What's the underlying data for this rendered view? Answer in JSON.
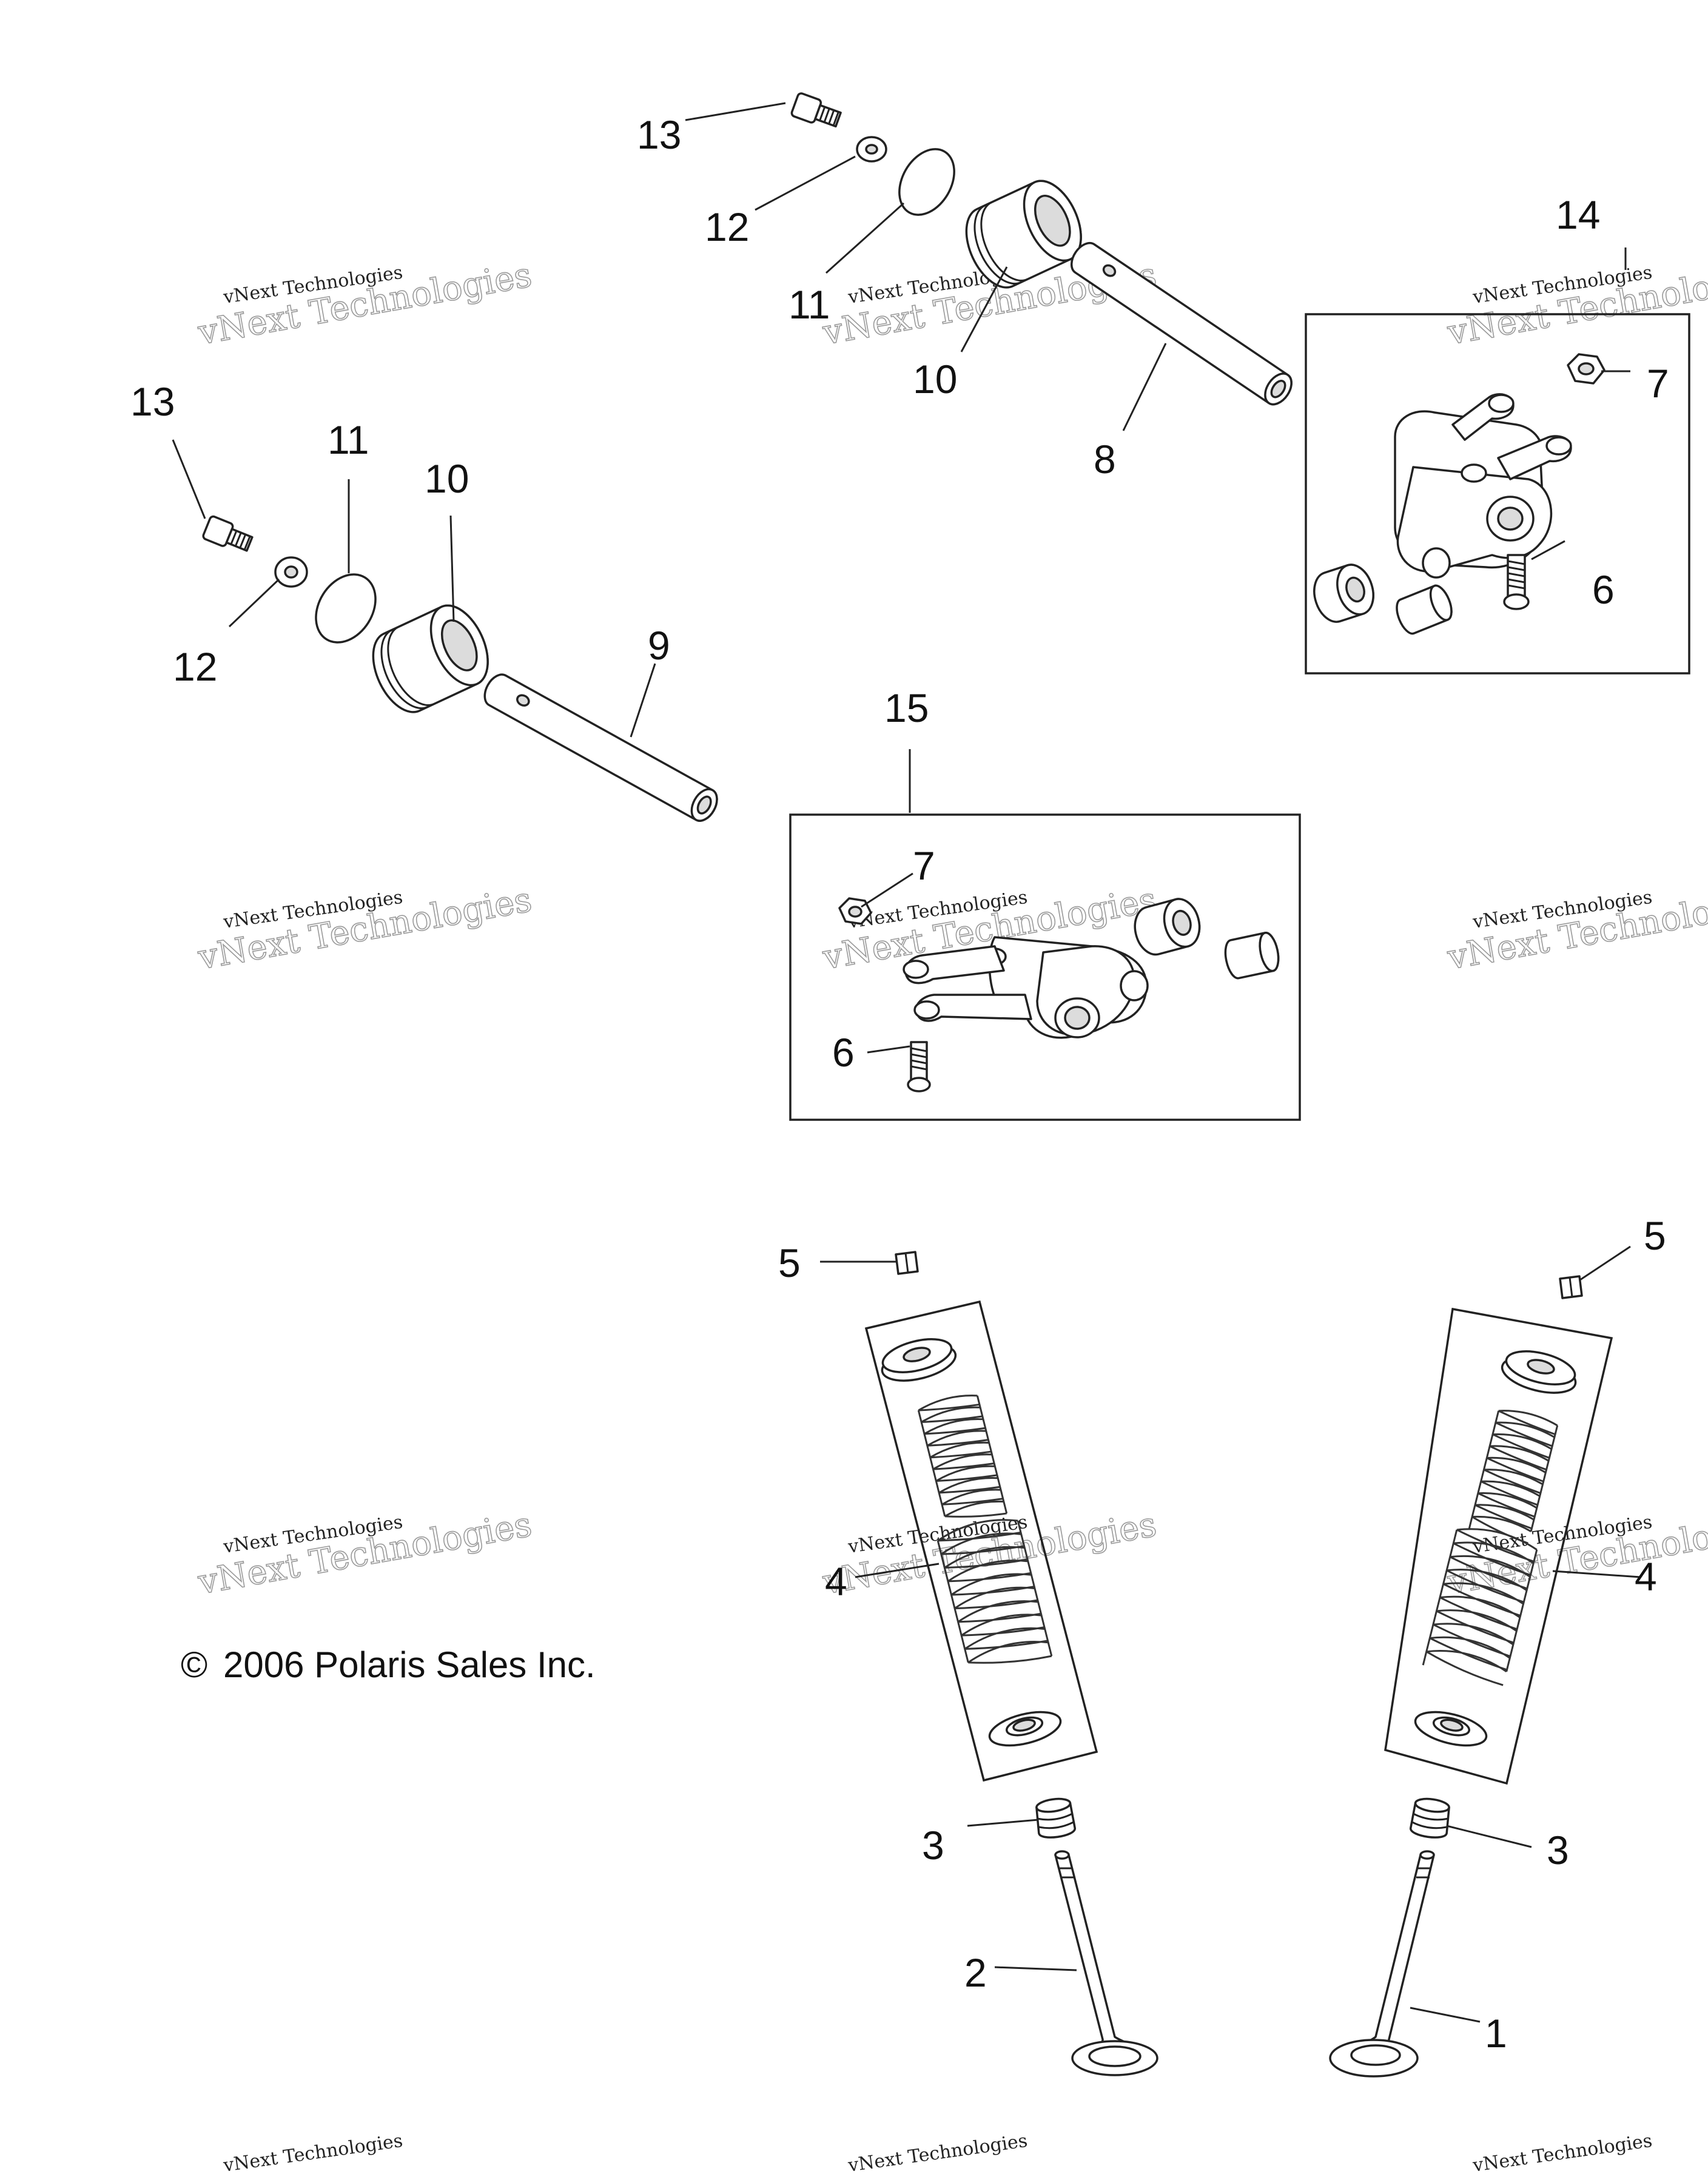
{
  "copyright": "2006 Polaris Sales Inc.",
  "copyright_symbol": "©",
  "watermark": {
    "line1": "vNext Technologies",
    "line2": "vNext Technologies"
  },
  "callouts": {
    "c1": "1",
    "c2": "2",
    "c3_left": "3",
    "c3_right": "3",
    "c4_left": "4",
    "c4_right": "4",
    "c5_left": "5",
    "c5_right": "5",
    "c6_box14": "6",
    "c6_box15": "6",
    "c7_box14": "7",
    "c7_box15": "7",
    "c8": "8",
    "c9": "9",
    "c10_top": "10",
    "c10_left": "10",
    "c11_top": "11",
    "c11_left": "11",
    "c12_top": "12",
    "c12_left": "12",
    "c13_top": "13",
    "c13_left": "13",
    "c14": "14",
    "c15": "15"
  }
}
